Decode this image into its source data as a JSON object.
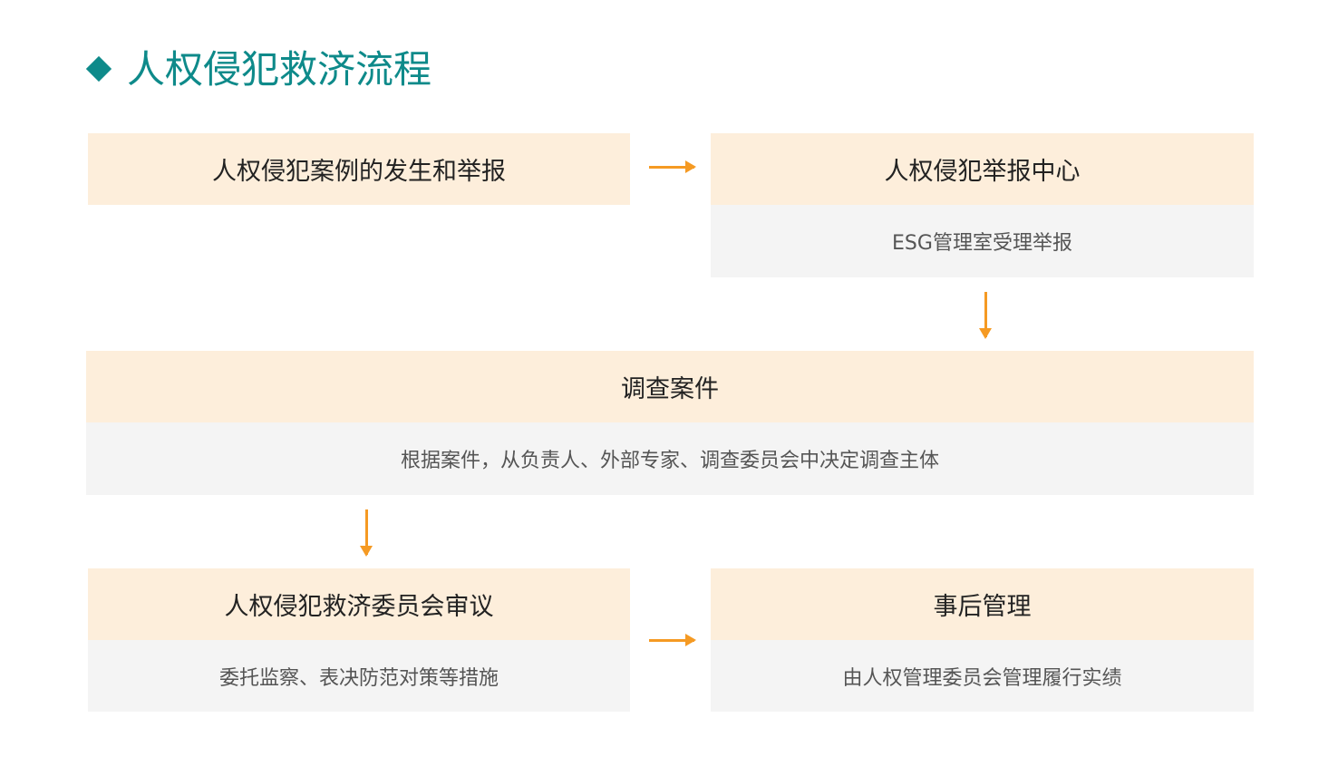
{
  "title": "人权侵犯救济流程",
  "colors": {
    "accent": "#0e8a8a",
    "arrow": "#f59a23",
    "header_bg": "#fdeedb",
    "body_bg": "#f4f4f4"
  },
  "steps": [
    {
      "title": "人权侵犯案例的发生和举报"
    },
    {
      "title": "人权侵犯举报中心",
      "desc": "ESG管理室受理举报"
    },
    {
      "title": "调查案件",
      "desc": "根据案件，从负责人、外部专家、调查委员会中决定调查主体"
    },
    {
      "title": "人权侵犯救济委员会审议",
      "desc": "委托监察、表决防范对策等措施"
    },
    {
      "title": "事后管理",
      "desc": "由人权管理委员会管理履行实绩"
    }
  ]
}
